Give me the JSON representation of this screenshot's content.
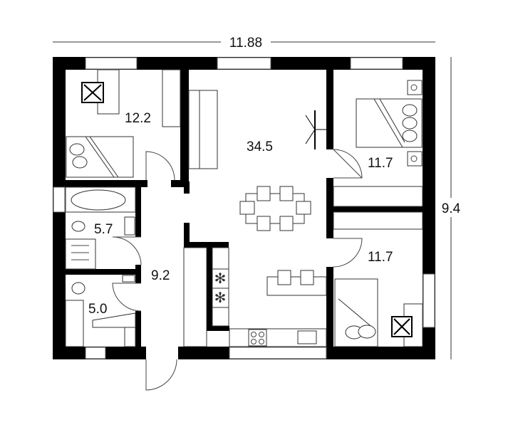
{
  "dimensions": {
    "width": "11.88",
    "height": "9.4"
  },
  "rooms": [
    {
      "id": "bedroom-1",
      "area": "12.2"
    },
    {
      "id": "living-kitchen",
      "area": "34.5"
    },
    {
      "id": "bedroom-2",
      "area": "11.7"
    },
    {
      "id": "bathroom",
      "area": "5.7"
    },
    {
      "id": "hall",
      "area": "9.2"
    },
    {
      "id": "wc-laundry",
      "area": "5.0"
    },
    {
      "id": "bedroom-3",
      "area": "11.7"
    }
  ],
  "colors": {
    "wall": "#000000",
    "background": "#ffffff"
  }
}
